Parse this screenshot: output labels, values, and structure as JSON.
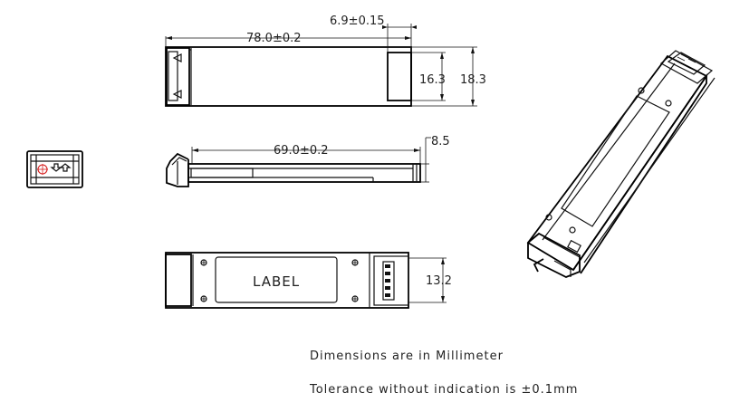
{
  "dimensions": {
    "top_length": "78.0±0.2",
    "top_end": "6.9±0.15",
    "top_height_inner": "16.3",
    "top_height_outer": "18.3",
    "side_length": "69.0±0.2",
    "side_height": "8.5",
    "bottom_width": "13.2"
  },
  "label_text": "LABEL",
  "notes": {
    "units": "Dimensions are in Millimeter",
    "tolerance": "Tolerance without indication is ±0.1mm"
  },
  "colors": {
    "line": "#111111",
    "accent": "#d62020"
  }
}
